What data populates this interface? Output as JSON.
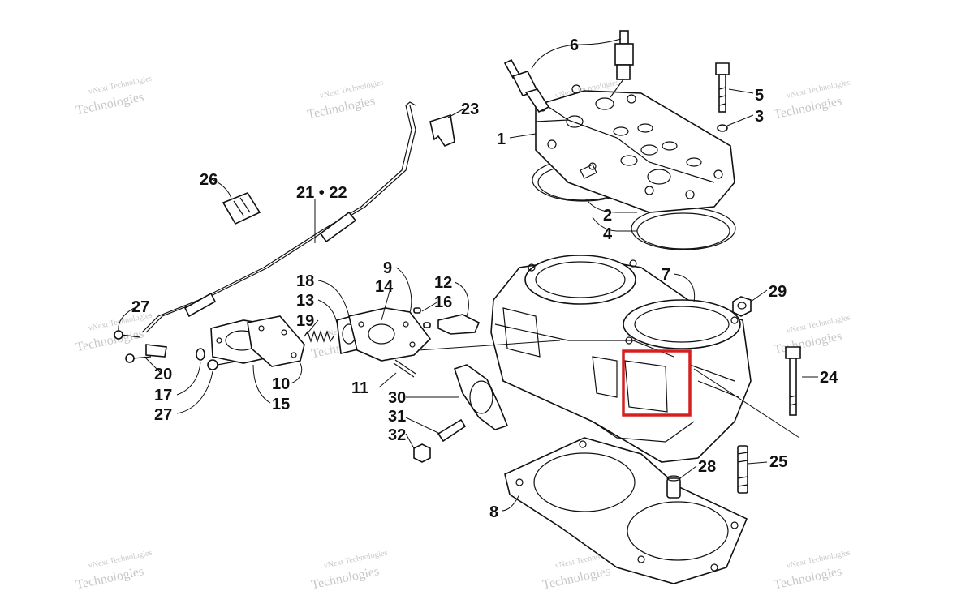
{
  "callouts": {
    "c1": "1",
    "c2": "2",
    "c3": "3",
    "c4": "4",
    "c5": "5",
    "c6": "6",
    "c7": "7",
    "c8": "8",
    "c9": "9",
    "c10": "10",
    "c11": "11",
    "c12": "12",
    "c13": "13",
    "c14": "14",
    "c15": "15",
    "c16": "16",
    "c17": "17",
    "c18": "18",
    "c19": "19",
    "c20": "20",
    "c21_22": "21 • 22",
    "c23": "23",
    "c24": "24",
    "c25": "25",
    "c26": "26",
    "c27a": "27",
    "c27b": "27",
    "c28": "28",
    "c29": "29",
    "c30": "30",
    "c31": "31",
    "c32": "32"
  },
  "watermark": {
    "line1": "vNext",
    "line2": "Technologies",
    "line3": "vNext Technologies"
  },
  "highlight_color": "#d32020"
}
